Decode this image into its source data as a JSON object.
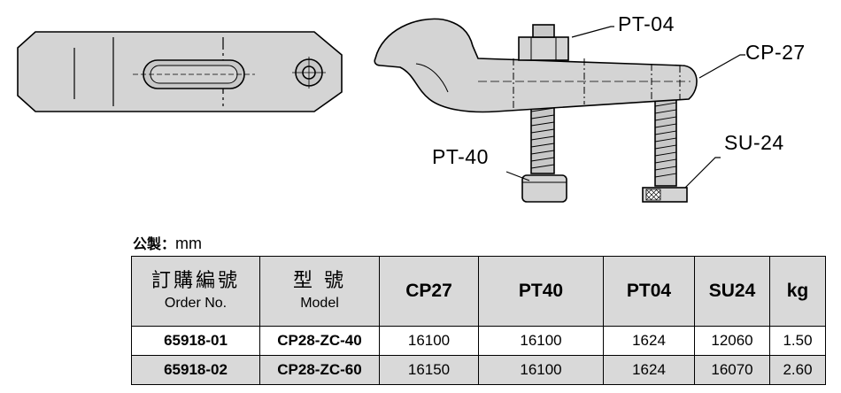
{
  "callouts": {
    "pt04": "PT-04",
    "cp27": "CP-27",
    "pt40": "PT-40",
    "su24": "SU-24"
  },
  "unit": {
    "label": "公製：",
    "value": "mm"
  },
  "table": {
    "headers": [
      {
        "cjk": "訂購編號",
        "en": "Order No."
      },
      {
        "cjk": "型 號",
        "en": "Model"
      },
      {
        "text": "CP27"
      },
      {
        "text": "PT40"
      },
      {
        "text": "PT04"
      },
      {
        "text": "SU24"
      },
      {
        "text": "kg"
      }
    ],
    "rows": [
      [
        "65918-01",
        "CP28-ZC-40",
        "16100",
        "16100",
        "1624",
        "12060",
        "1.50"
      ],
      [
        "65918-02",
        "CP28-ZC-60",
        "16150",
        "16100",
        "1624",
        "16070",
        "2.60"
      ]
    ]
  },
  "colors": {
    "part_fill": "#d4d4d4",
    "header_fill": "#d9d9d9",
    "outline": "#000000"
  }
}
